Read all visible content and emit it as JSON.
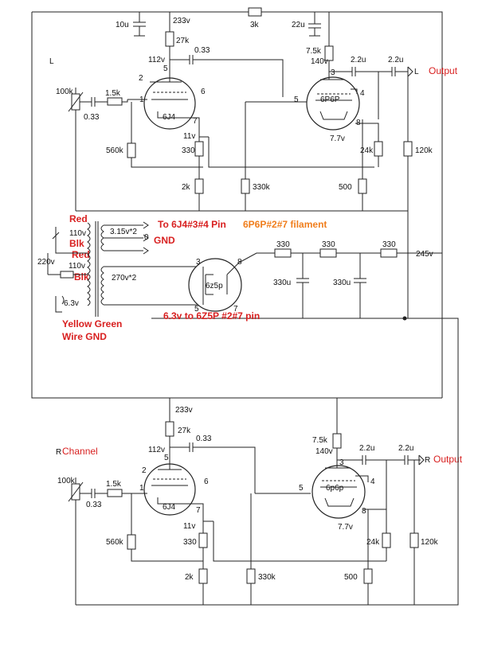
{
  "top_channel": {
    "channel_label": "L",
    "output_label": "Output",
    "output_node": "L",
    "c_supply": "10u",
    "v_supply": "233v",
    "r_series": "3k",
    "c_supply2": "22u",
    "r_plate1": "27k",
    "v_plate1": "112v",
    "c_couple1": "0.33",
    "r_plate2": "7.5k",
    "v_plate2": "140v",
    "c_out1": "2.2u",
    "c_out2": "2.2u",
    "pot": "100k",
    "c_in": "0.33",
    "r_grid": "1.5k",
    "tube1": "6J4",
    "tube2": "6P6P",
    "v_cathode1": "11v",
    "r_560k": "560k",
    "r_330": "330",
    "r_2k": "2k",
    "r_330k": "330k",
    "v_cathode2": "7.7v",
    "r_24k": "24k",
    "r_120k": "120k",
    "r_500": "500",
    "pin_labels": {
      "p1": "1",
      "p2": "2",
      "p5": "5",
      "p6": "6",
      "p7": "7",
      "p8": "8",
      "p3": "3",
      "p4": "4",
      "p5b": "5"
    }
  },
  "power_supply": {
    "wire_red1": "Red",
    "v110_1": "110v",
    "blk1": "Blk",
    "wire_red2": "Red",
    "v110_2": "110v",
    "blk2": "Blk",
    "mains": "220v",
    "v63": "6.3v",
    "yellow_green": "Yellow Green",
    "wire_gnd": "Wire GND",
    "heater_winding": "3.15v*2",
    "zero": "0",
    "hv_winding": "270v*2",
    "note_6j4": "To 6J4#3#4 Pin",
    "note_6p6p": "6P6P#2#7 filament",
    "gnd": "GND",
    "rectifier": "6z5p",
    "pin3": "3",
    "pin8": "8",
    "pin5": "5",
    "pin7": "7",
    "note_6z5p": "6.3v to 6Z5P #2#7 pin",
    "r1": "330",
    "r2": "330",
    "r3": "330",
    "v_out": "245v",
    "c1": "330u",
    "c2": "330u"
  },
  "bottom_channel": {
    "channel_label": "R",
    "channel_word": "Channel",
    "output_label": "Output",
    "output_node": "R",
    "v_supply": "233v",
    "r_plate1": "27k",
    "v_plate1": "112v",
    "c_couple1": "0.33",
    "r_plate2": "7.5k",
    "v_plate2": "140v",
    "c_out1": "2.2u",
    "c_out2": "2.2u",
    "pot": "100k",
    "c_in": "0.33",
    "r_grid": "1.5k",
    "tube1": "6J4",
    "tube2": "6p6p",
    "v_cathode1": "11v",
    "r_560k": "560k",
    "r_330": "330",
    "r_2k": "2k",
    "r_330k": "330k",
    "v_cathode2": "7.7v",
    "r_24k": "24k",
    "r_120k": "120k",
    "r_500": "500",
    "pin_labels": {
      "p1": "1",
      "p2": "2",
      "p5": "5",
      "p6": "6",
      "p7": "7",
      "p8": "8",
      "p3": "3",
      "p4": "4",
      "p5b": "5"
    }
  }
}
